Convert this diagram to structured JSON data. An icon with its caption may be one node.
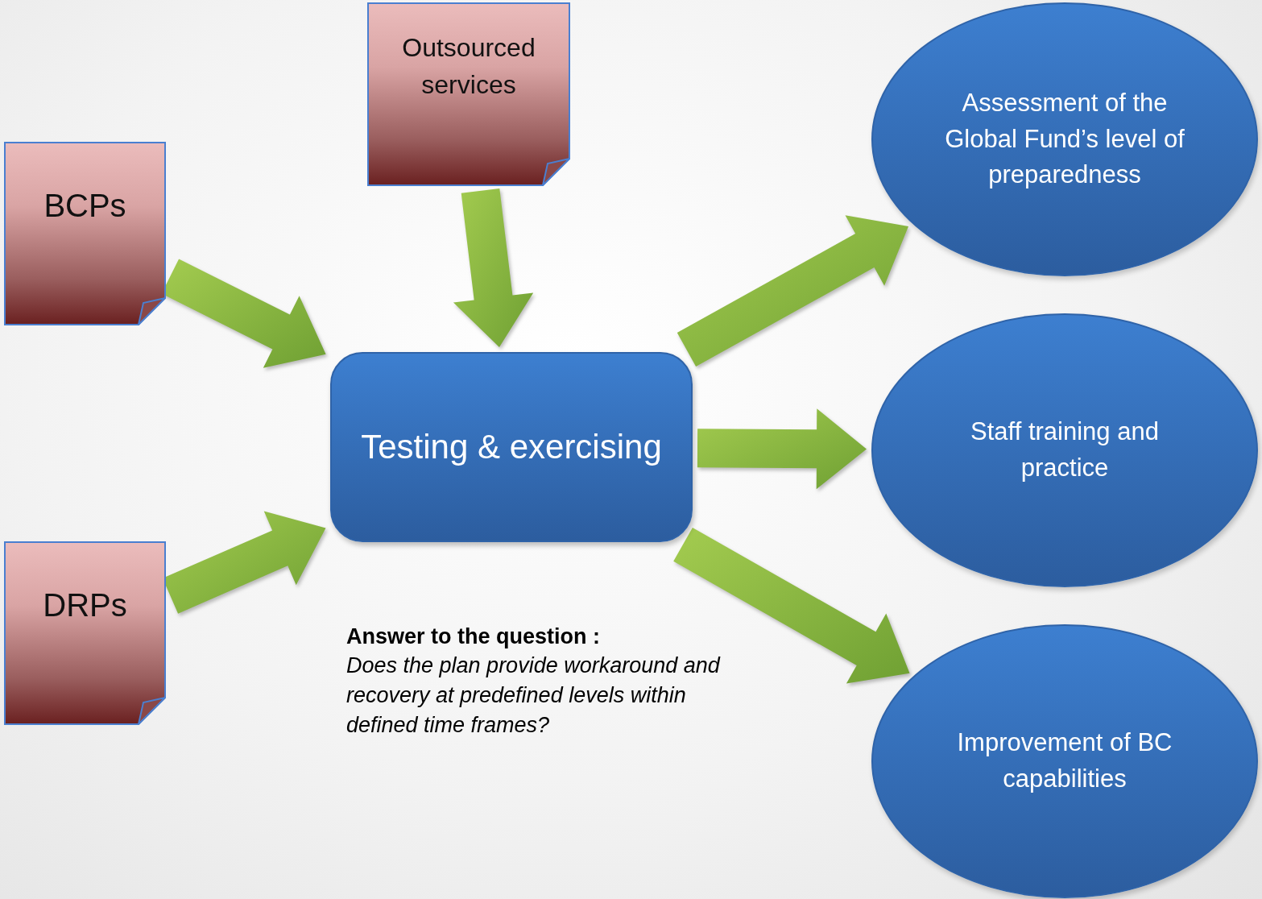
{
  "diagram": {
    "nodes": [
      {
        "text": [
          "BCPs"
        ]
      },
      {
        "text": [
          "Outsourced services"
        ]
      },
      {
        "text": [
          "DRPs"
        ]
      },
      {
        "text": [
          "Testing & exercising"
        ]
      },
      {
        "text": [
          "Assessment of the Global Fund’s level of preparedness"
        ]
      },
      {
        "text": [
          "Staff training and practice"
        ]
      },
      {
        "text": [
          "Improvement of BC capabilities"
        ]
      }
    ],
    "edges": [
      {
        "from": 0,
        "to": 3,
        "arrow": "to",
        "style": "thick"
      },
      {
        "from": 1,
        "to": 3,
        "arrow": "to",
        "style": "thick"
      },
      {
        "from": 2,
        "to": 3,
        "arrow": "to",
        "style": "thick"
      },
      {
        "from": 3,
        "to": 4,
        "arrow": "to",
        "style": "thick"
      },
      {
        "from": 3,
        "to": 5,
        "arrow": "to",
        "style": "thick"
      },
      {
        "from": 3,
        "to": 6,
        "arrow": "to",
        "style": "thick"
      }
    ],
    "labels": [
      "Answer to the question :",
      "Does the plan provide workaround and recovery at predefined levels within defined time frames?"
    ]
  }
}
